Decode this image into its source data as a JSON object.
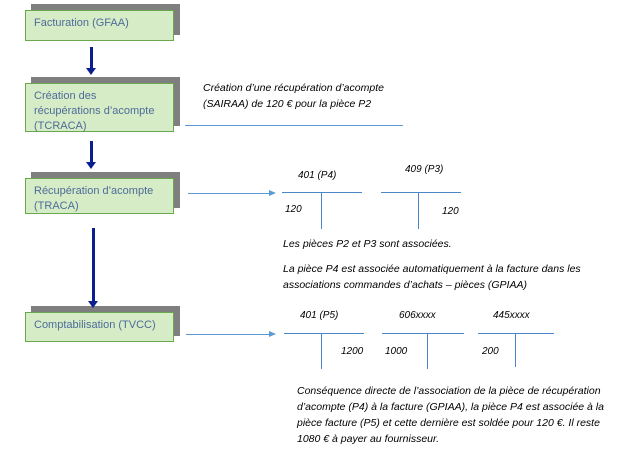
{
  "steps": [
    {
      "label": "Facturation (GFAA)"
    },
    {
      "label": "Création des récupérations d’acompte (TCRACA)"
    },
    {
      "label": "Récupération d’acompte (TRACA)"
    },
    {
      "label": "Comptabilisation (TVCC)"
    }
  ],
  "notes": {
    "creation": "Création d’une récupération d’acompte (SAIRAA) de 120 € pour la pièce P2",
    "associated": "Les pièces P2 et P3 sont associées.",
    "auto_association": "La pièce P4 est associée automatiquement à la facture dans les associations commandes d’achats – pièces (GPIAA)",
    "consequence": "Conséquence directe de l’association de la pièce de récupération d’acompte (P4) à la facture (GPIAA), la pièce P4 est associée à la pièce facture (P5) et cette dernière est soldée pour 120 €. Il reste 1080 € à payer au fournisseur."
  },
  "t_accounts_traca": [
    {
      "title": "401 (P4)",
      "debit": "120",
      "credit": ""
    },
    {
      "title": "409 (P3)",
      "debit": "",
      "credit": "120"
    }
  ],
  "t_accounts_tvcc": [
    {
      "title": "401 (P5)",
      "debit": "",
      "credit": "1200"
    },
    {
      "title": "606xxxx",
      "debit": "1000",
      "credit": ""
    },
    {
      "title": "445xxxx",
      "debit": "200",
      "credit": ""
    }
  ]
}
